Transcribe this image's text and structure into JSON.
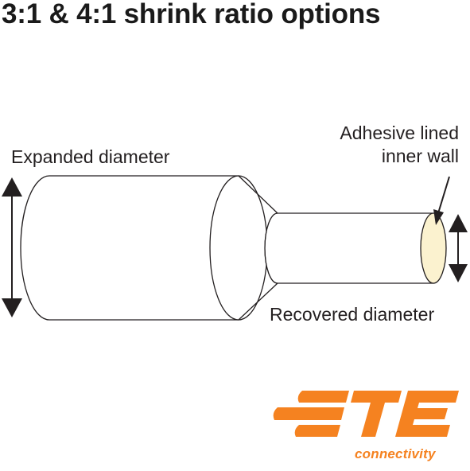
{
  "title": "3:1 & 4:1 shrink ratio options",
  "labels": {
    "expanded": "Expanded diameter",
    "adhesive_line1": "Adhesive lined",
    "adhesive_line2": "inner wall",
    "recovered": "Recovered diameter"
  },
  "logo": {
    "name": "TE",
    "tagline": "connectivity"
  },
  "colors": {
    "outline": "#231f20",
    "adhesive_fill": "#fbf2cf",
    "brand_orange": "#f58220",
    "text": "#231f20"
  }
}
